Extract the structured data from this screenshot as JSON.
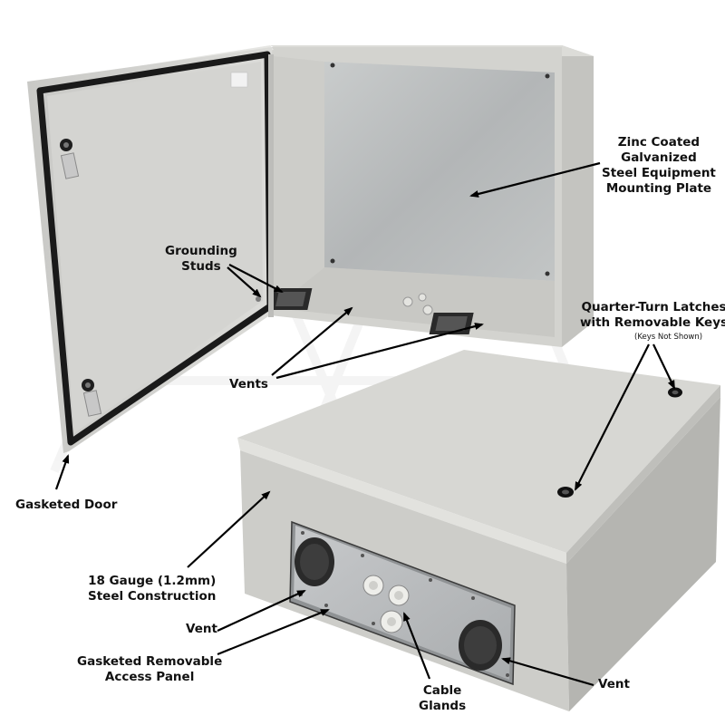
{
  "callouts": {
    "mounting_plate": [
      "Zinc Coated",
      "Galvanized",
      "Steel Equipment",
      "Mounting Plate"
    ],
    "grounding_studs": [
      "Grounding",
      "Studs"
    ],
    "latches": [
      "Quarter-Turn Latches",
      "with Removable Keys"
    ],
    "latches_note": "(Keys Not Shown)",
    "vents_top": "Vents",
    "gasketed_door": "Gasketed Door",
    "steel_construction": [
      "18 Gauge (1.2mm)",
      "Steel Construction"
    ],
    "vent_left": "Vent",
    "access_panel": [
      "Gasketed Removable",
      "Access Panel"
    ],
    "cable_glands": [
      "Cable",
      "Glands"
    ],
    "vent_right": "Vent"
  },
  "colors": {
    "enclosure_gray": "#cfcfcb",
    "plate_metal": "#b9bcbc",
    "gasket": "#1a1a1a",
    "arrow": "#000000"
  }
}
